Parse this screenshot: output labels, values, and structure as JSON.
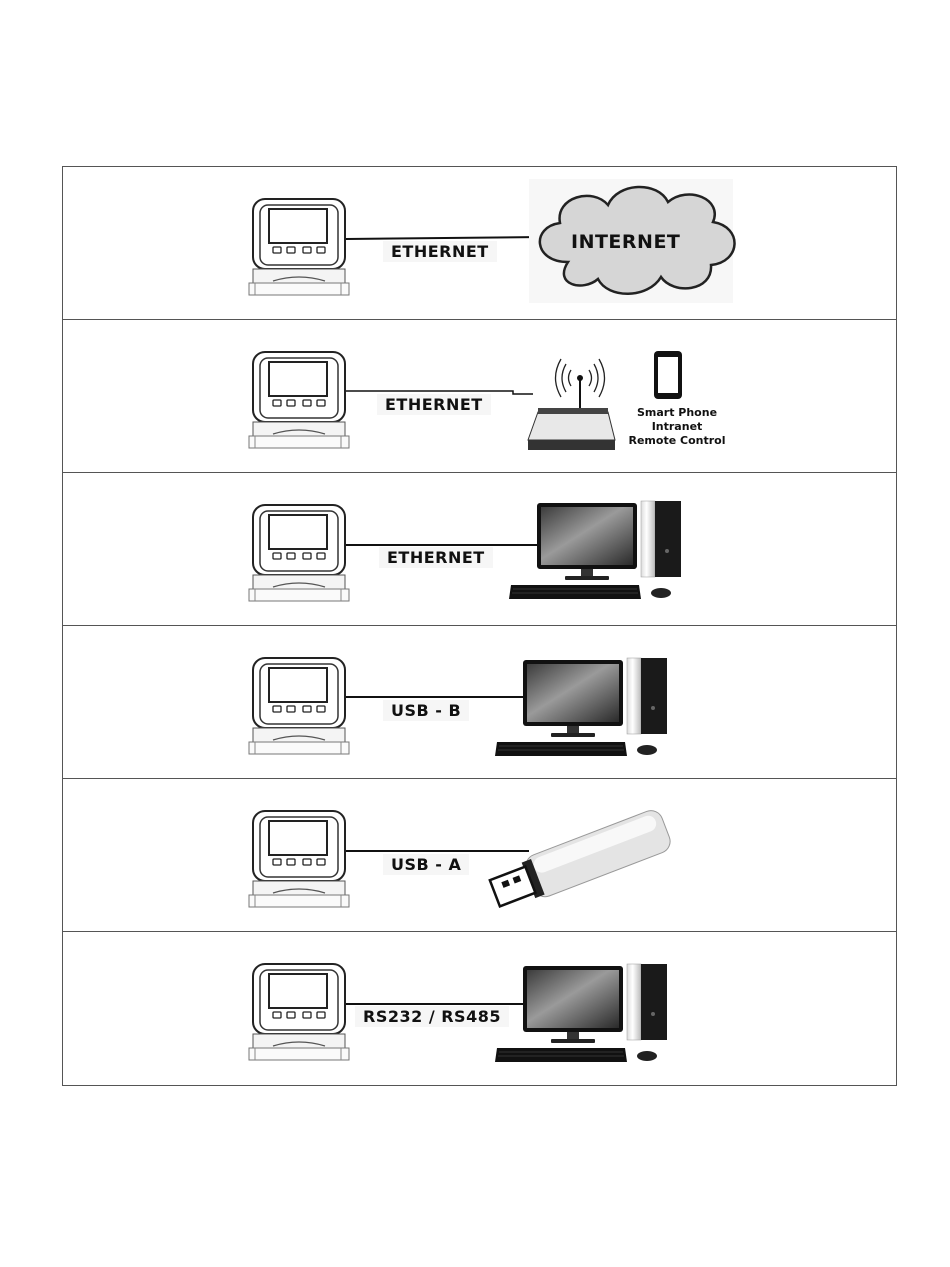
{
  "rows": [
    {
      "connection": "ETHERNET",
      "target": "INTERNET"
    },
    {
      "connection": "ETHERNET",
      "target_lines": [
        "Smart Phone",
        "Intranet",
        "Remote Control"
      ]
    },
    {
      "connection": "ETHERNET"
    },
    {
      "connection": "USB - B"
    },
    {
      "connection": "USB - A"
    },
    {
      "connection": "RS232 / RS485"
    }
  ],
  "icons": [
    "controller-device-icon",
    "cloud-icon",
    "wifi-router-icon",
    "smartphone-icon",
    "desktop-computer-icon",
    "usb-flash-drive-icon"
  ]
}
